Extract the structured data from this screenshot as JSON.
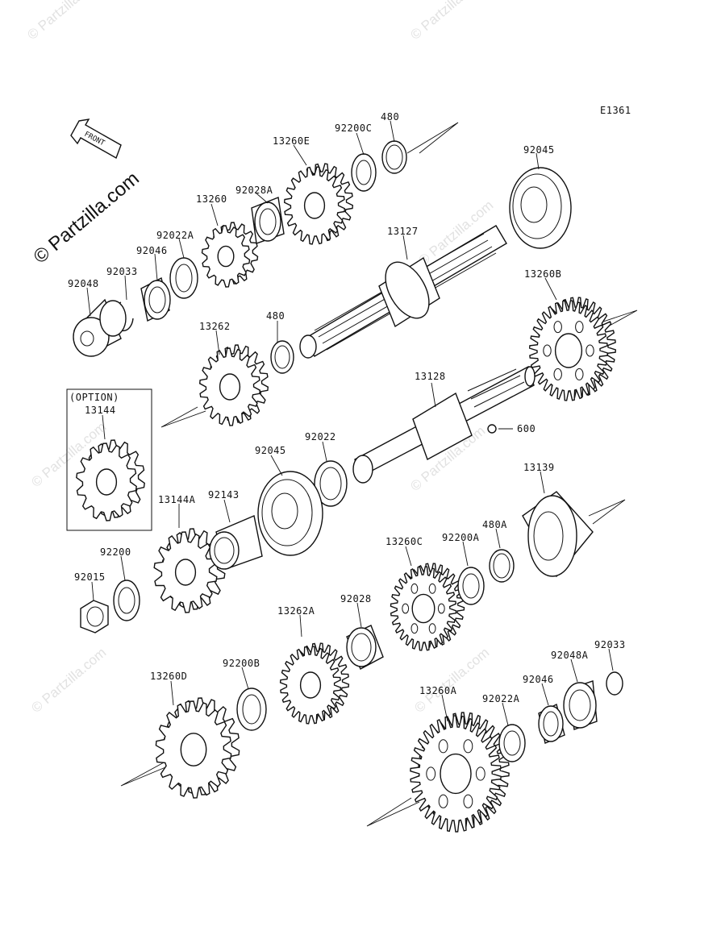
{
  "diagram": {
    "code": "E1361",
    "front_label": "FRONT",
    "option_box_label": "(OPTION)",
    "watermark_main": "© Partzilla.com",
    "watermark_faint": "© Partzilla.com"
  },
  "parts": {
    "p480_top": "480",
    "p92200C": "92200C",
    "p13260E": "13260E",
    "p92045_top": "92045",
    "p92028A": "92028A",
    "p13260": "13260",
    "p92022A_left": "92022A",
    "p13127": "13127",
    "p92046_left": "92046",
    "p92033_left": "92033",
    "p92048": "92048",
    "p13260B": "13260B",
    "p13262": "13262",
    "p480_mid": "480",
    "p13128": "13128",
    "p600": "600",
    "p13144": "13144",
    "p92022": "92022",
    "p92045_mid": "92045",
    "p13139": "13139",
    "p13144A": "13144A",
    "p92143": "92143",
    "p480A": "480A",
    "p13260C": "13260C",
    "p92200A": "92200A",
    "p92200": "92200",
    "p92015": "92015",
    "p13262A": "13262A",
    "p92028": "92028",
    "p92033_right": "92033",
    "p92048A": "92048A",
    "p92046_right": "92046",
    "p13260D": "13260D",
    "p92200B": "92200B",
    "p13260A": "13260A",
    "p92022A_right": "92022A"
  }
}
